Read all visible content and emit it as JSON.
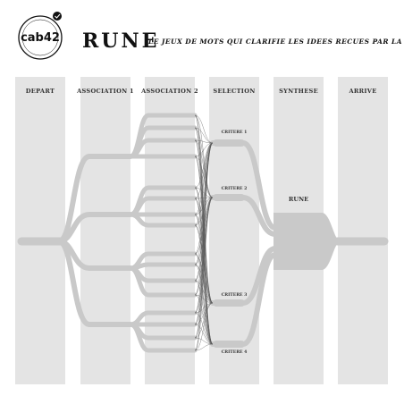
{
  "logo": {
    "text": "cab42"
  },
  "header": {
    "title": "RUNE",
    "subtitle": "LE JEUX DE MOTS QUI CLARIFIE LES IDEES RECUES PAR LA POESIE"
  },
  "columns": [
    {
      "id": "depart",
      "label": "DEPART"
    },
    {
      "id": "association-1",
      "label": "ASSOCIATION 1"
    },
    {
      "id": "association-2",
      "label": "ASSOCIATION 2"
    },
    {
      "id": "selection",
      "label": "SELECTION"
    },
    {
      "id": "synthese",
      "label": "SYNTHESE"
    },
    {
      "id": "arrive",
      "label": "ARRIVE"
    }
  ],
  "criteria": [
    "CRITERE 1",
    "CRITERE 2",
    "CRITERE 3",
    "CRITERE 4"
  ],
  "synthesis_label": "RUNE",
  "colors": {
    "column_bg": "#e4e4e4",
    "flow": "#c9c9c9",
    "lines": "#555555",
    "text": "#222222"
  }
}
